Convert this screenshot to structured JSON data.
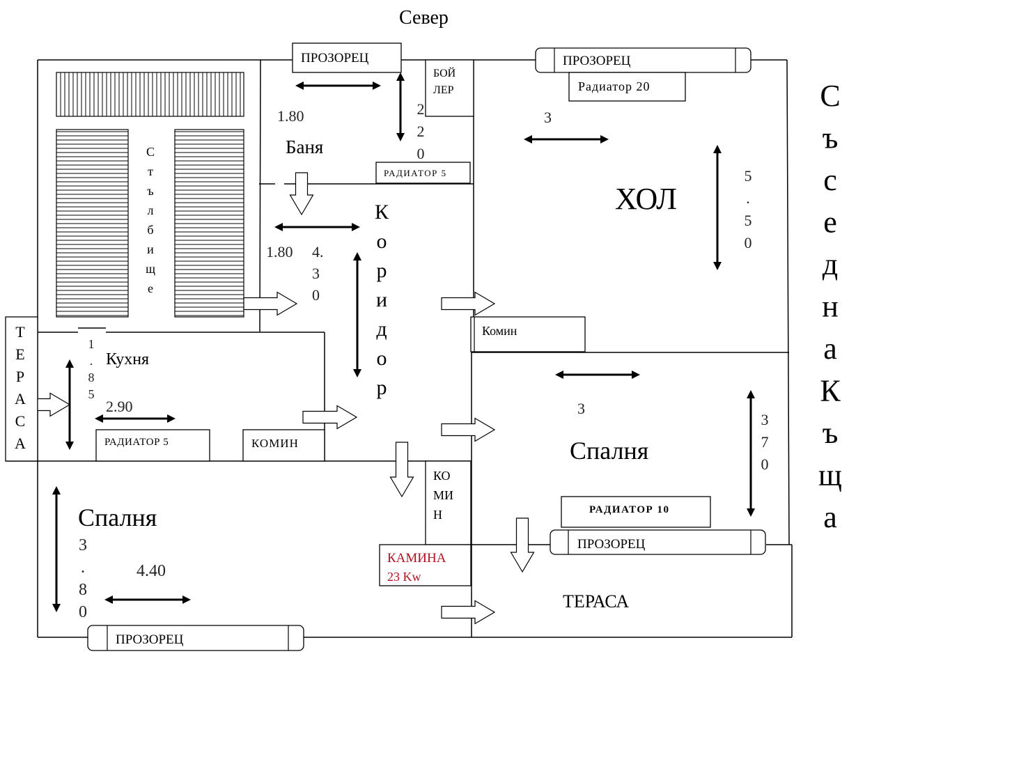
{
  "title": "Север",
  "side_label": "Съседна Къща",
  "accent_color": "#b01020",
  "rooms": {
    "storage": "Стълбище",
    "bathroom": "Баня",
    "hall": "ХОЛ",
    "corridor": "Коридор",
    "kitchen": "Кухня",
    "bedroom_se": "Спалня",
    "bedroom_sw": "Спалня",
    "terrace_west": "ТЕРАСА",
    "terrace_south": "ТЕРАСА"
  },
  "fixtures": {
    "window_bath": "ПРОЗОРЕЦ",
    "window_hall": "ПРОЗОРЕЦ",
    "window_bedroom_se": "ПРОЗОРЕЦ",
    "window_bedroom_sw": "ПРОЗОРЕЦ",
    "boiler_line1": "БОЙ",
    "boiler_line2": "ЛЕР",
    "radiator_hall": "Радиатор  20",
    "radiator_bath": "РАДИАТОР 5",
    "radiator_kitchen": "РАДИАТОР 5",
    "radiator_bedroom": "РАДИАТОР 10",
    "chimney_hall": "Комин",
    "chimney_kitchen": "КОМИН",
    "chimney_center_l1": "КО",
    "chimney_center_l2": "МИ",
    "chimney_center_l3": "Н",
    "fireplace_l1": "КАМИНА",
    "fireplace_l2": "23 Kw"
  },
  "dimensions": {
    "bath_width": "1.80",
    "bath_depth": "2.20",
    "hall_width": "3",
    "hall_depth": "5.50",
    "corridor_width": "1.80",
    "corridor_length": "4.30",
    "kitchen_depth": "1.85",
    "kitchen_width": "2.90",
    "bedroom_se_width": "3",
    "bedroom_se_depth": "3.70",
    "bedroom_sw_depth": "3.80",
    "bedroom_sw_width": "4.40"
  }
}
